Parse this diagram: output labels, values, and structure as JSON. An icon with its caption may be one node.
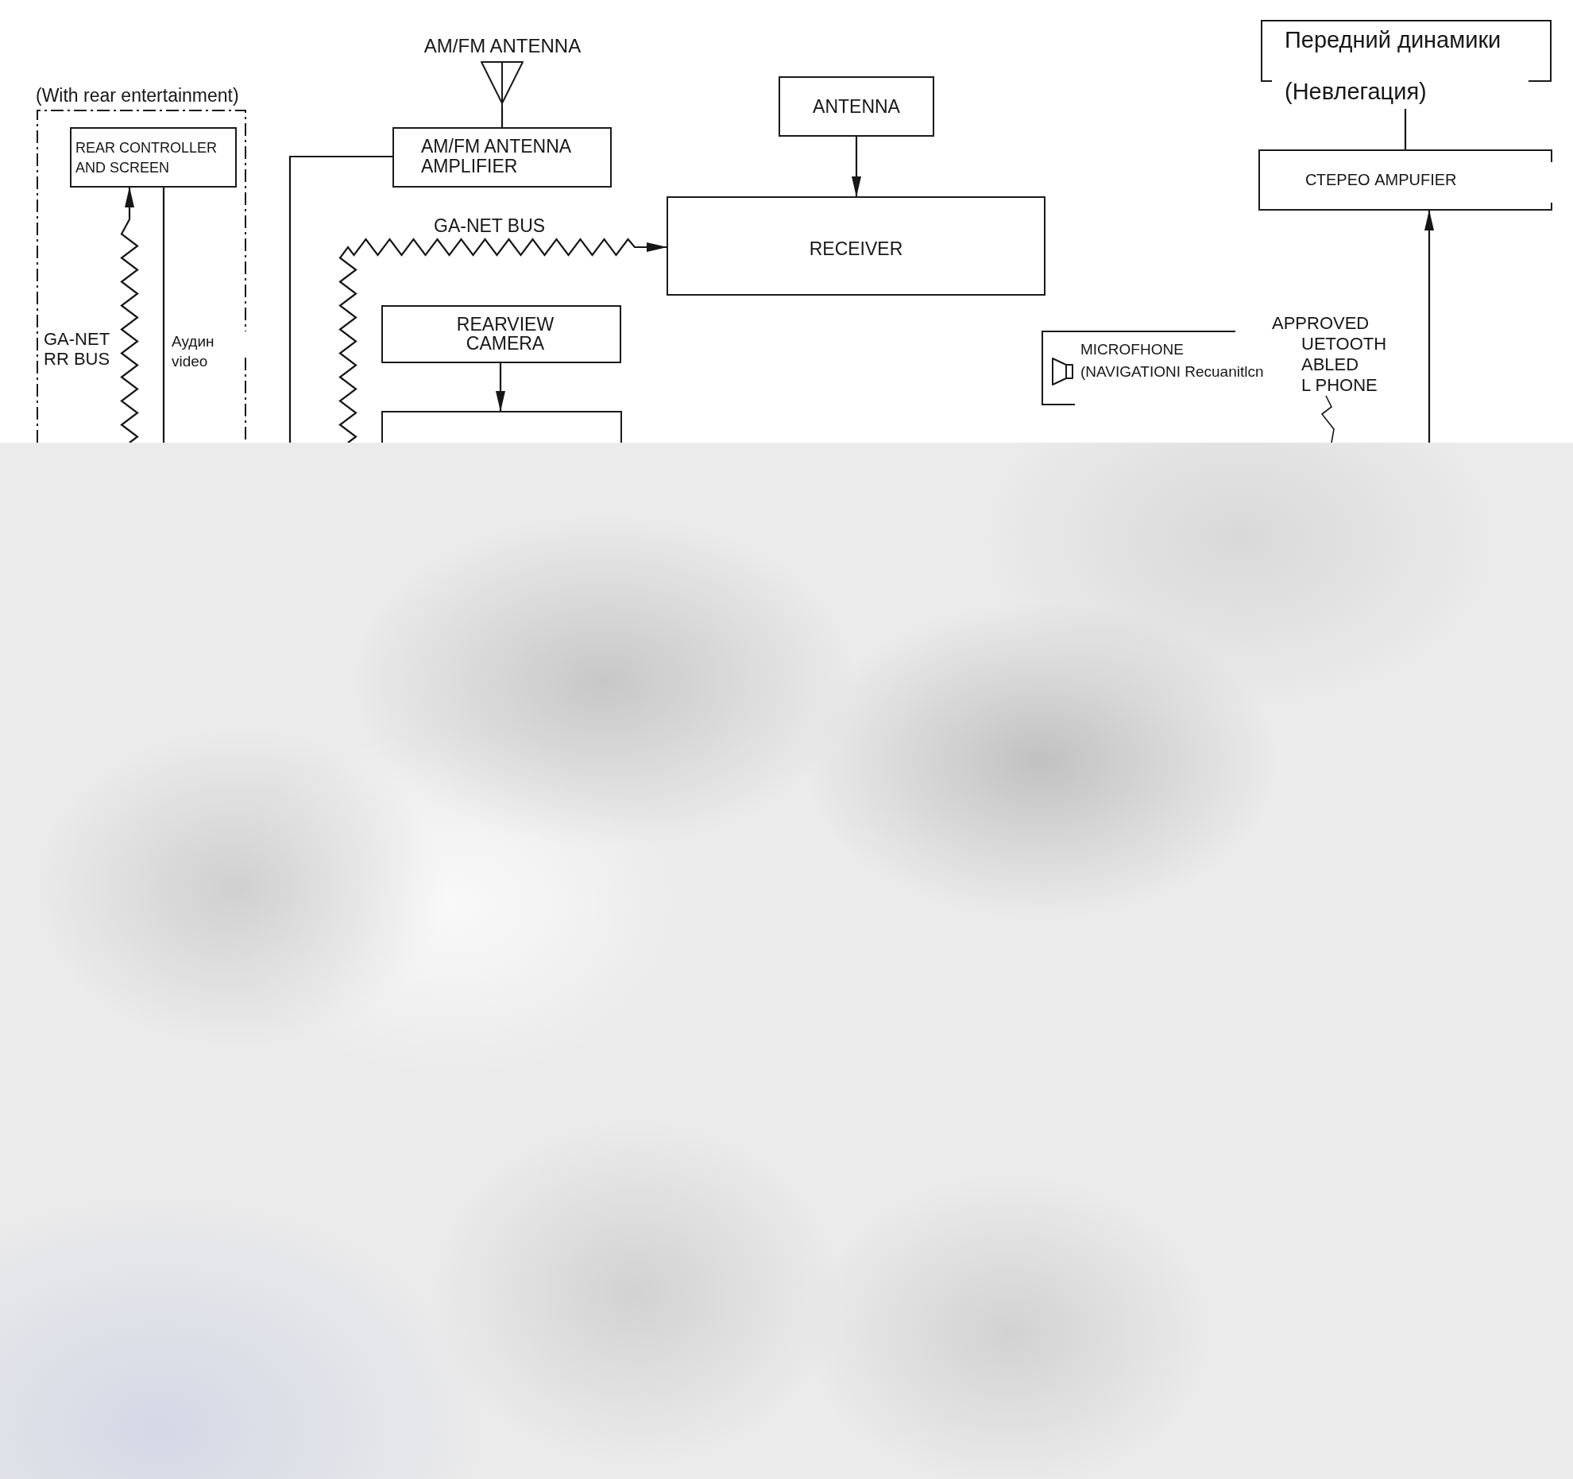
{
  "diagram": {
    "nodes": [
      {
        "text": [
          "(With rear entertainment)"
        ]
      },
      {
        "text": [
          "REAR CONTROLLER AND SCREEN"
        ],
        "in": 0
      },
      {
        "text": [
          "AM/FM ANTENNA"
        ]
      },
      {
        "text": [
          "AM/FM ANTENNA AMPLIFIER"
        ]
      },
      {
        "text": [
          "ANTENNA"
        ]
      },
      {
        "text": [
          "RECEIVER"
        ]
      },
      {
        "text": [
          "REARVIEW CAMERA"
        ]
      },
      {
        "text": [],
        "shape": "box"
      },
      {
        "text": [
          "Передний динамики",
          "(Невлегация)"
        ]
      },
      {
        "text": [
          "СТЕРЕО AMPUFIER"
        ]
      },
      {
        "text": [
          "MICROFHONE (NAVIGATIONI Recuanitlcn"
        ]
      },
      {
        "text": [
          "APPROVED UETOOTH ABLED L PHONE"
        ]
      }
    ],
    "edges": [
      {
        "from": null,
        "to": 1,
        "arrow": "to",
        "label": "GA-NET RR BUS"
      },
      {
        "from": 1,
        "to": null,
        "arrow": "none",
        "label": "Аудин video"
      },
      {
        "from": 2,
        "to": 3,
        "arrow": "none"
      },
      {
        "from": 3,
        "to": null,
        "arrow": "none"
      },
      {
        "from": null,
        "to": 5,
        "arrow": "to",
        "label": "GA-NET BUS"
      },
      {
        "from": 4,
        "to": 5,
        "arrow": "to"
      },
      {
        "from": 6,
        "to": 7,
        "arrow": "to"
      },
      {
        "from": 9,
        "to": 8,
        "arrow": "none"
      },
      {
        "from": null,
        "to": 9,
        "arrow": "to"
      },
      {
        "from": 11,
        "to": null,
        "arrow": "none"
      }
    ]
  }
}
